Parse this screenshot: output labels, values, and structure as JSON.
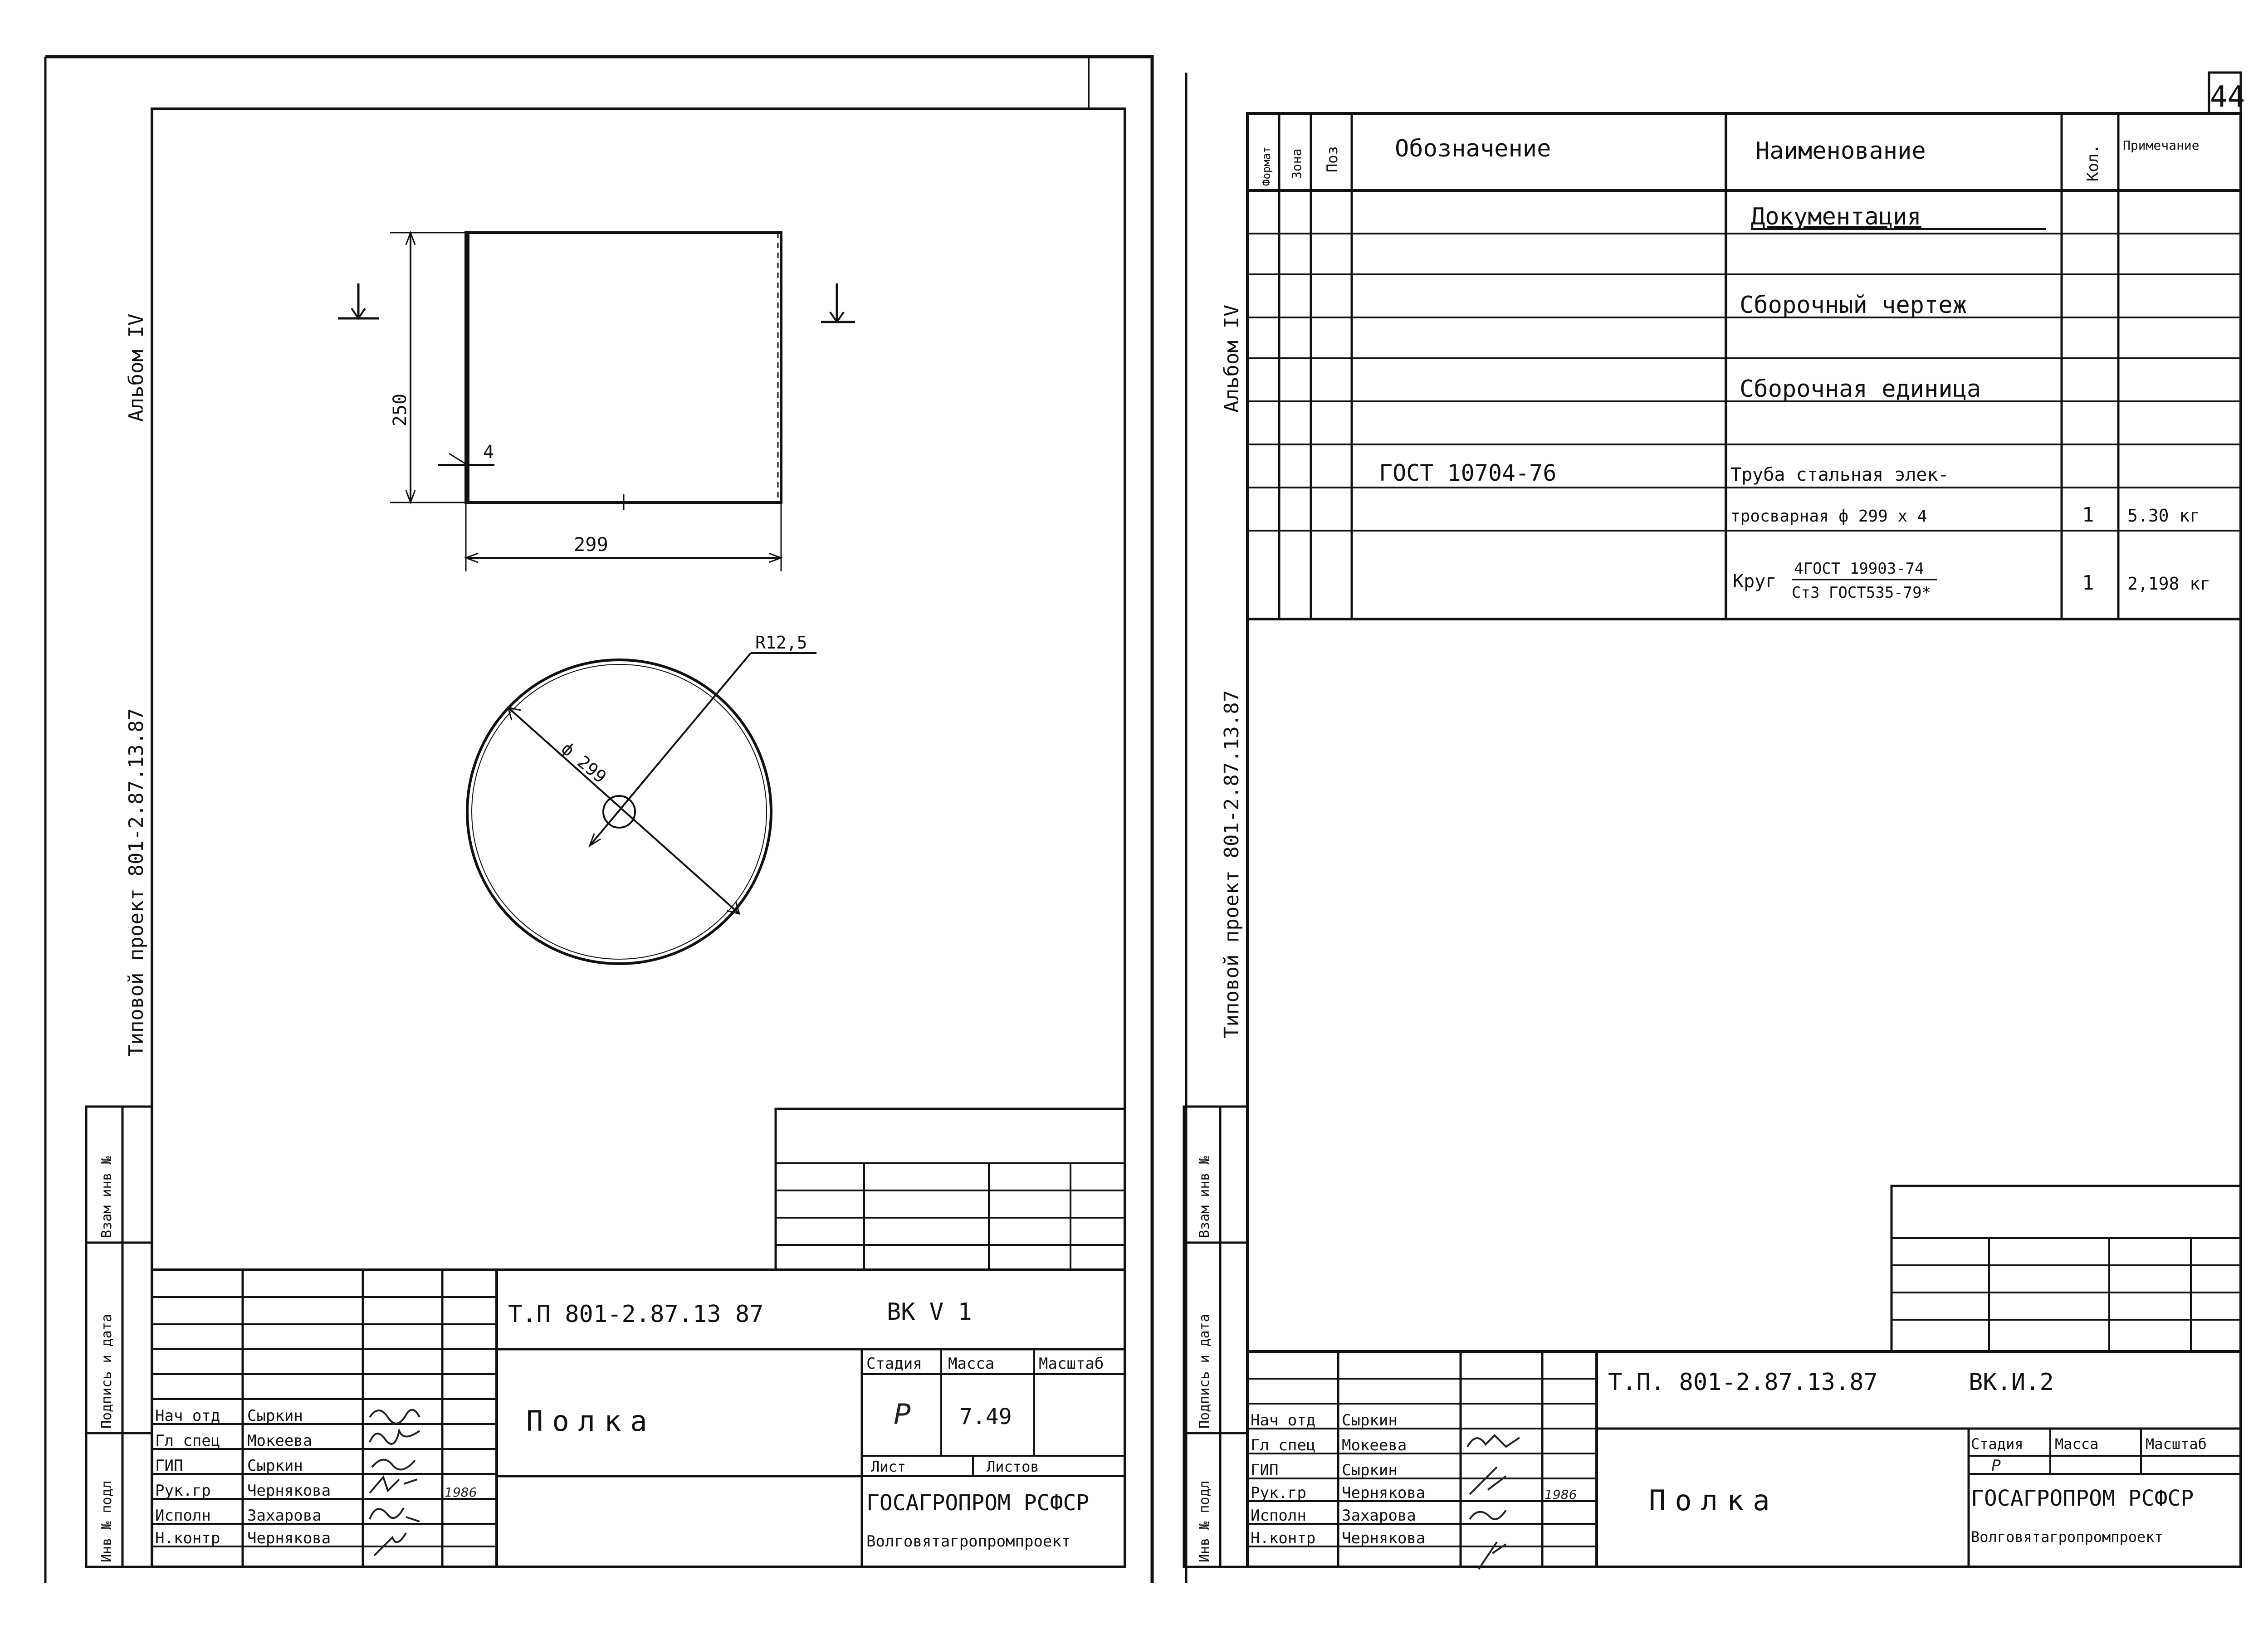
{
  "page_number": "44",
  "left_sheet": {
    "margin_text": {
      "album": "Альбом IV",
      "project": "Типовой проект   801-2.87.13.87"
    },
    "side_labels": [
      "Взам инв №",
      "Подпись и дата",
      "Инв № подл"
    ],
    "drawing": {
      "dim_height": "250",
      "dim_thickness": "4",
      "dim_width": "299",
      "dim_radius": "R12,5",
      "dim_diameter": "ф 299"
    },
    "title_block": {
      "doc_code": "Т.П 801-2.87.13 87",
      "sheet_code": "ВК V 1",
      "name": "Полка",
      "stage_label": "Стадия",
      "mass_label": "Масса",
      "scale_label": "Масштаб",
      "stage": "Р",
      "mass": "7.49",
      "sheet_label": "Лист",
      "sheets_label": "Листов",
      "org1": "ГОСАГРОПРОМ РСФСР",
      "org2": "Волговятагропромпроект",
      "date": "1986",
      "signatures": [
        {
          "role": "Нач отд",
          "name": "Сыркин"
        },
        {
          "role": "Гл спец",
          "name": "Мокеева"
        },
        {
          "role": "ГИП",
          "name": "Сыркин"
        },
        {
          "role": "Рук.гр",
          "name": "Чернякова"
        },
        {
          "role": "Исполн",
          "name": "Захарова"
        },
        {
          "role": "Н.контр",
          "name": "Чернякова"
        }
      ]
    }
  },
  "right_sheet": {
    "margin_text": {
      "album": "Альбом IV",
      "project": "Типовой проект   801-2.87.13.87"
    },
    "side_labels": [
      "Взам инв №",
      "Подпись и дата",
      "Инв № подл"
    ],
    "spec_table": {
      "headers": [
        "Формат",
        "Зона",
        "Поз",
        "Обозначение",
        "Наименование",
        "Кол.",
        "Примечание"
      ],
      "rows": [
        {
          "designation": "",
          "name": "Документация",
          "qty": "",
          "note": ""
        },
        {
          "designation": "",
          "name": "",
          "qty": "",
          "note": ""
        },
        {
          "designation": "",
          "name": "Сборочный чертеж",
          "qty": "",
          "note": ""
        },
        {
          "designation": "",
          "name": "",
          "qty": "",
          "note": ""
        },
        {
          "designation": "",
          "name": "Сборочная единица",
          "qty": "",
          "note": ""
        },
        {
          "designation": "",
          "name": "",
          "qty": "",
          "note": ""
        },
        {
          "designation": "ГОСТ   10704-76",
          "name": "Труба стальная элек-",
          "qty": "",
          "note": ""
        },
        {
          "designation": "",
          "name": "тросварная ф 299 х 4",
          "qty": "1",
          "note": "5.30 кг"
        },
        {
          "designation": "",
          "name": "Круг",
          "qty": "1",
          "note": "2,198 кг"
        }
      ],
      "fraction_top": "4ГОСТ 19903-74",
      "fraction_bottom": "Ст3 ГОСТ535-79*"
    },
    "title_block": {
      "doc_code": "Т.П. 801-2.87.13.87",
      "sheet_code": "ВК.И.2",
      "name": "Полка",
      "stage_label": "Стадия",
      "mass_label": "Масса",
      "scale_label": "Масштаб",
      "stage": "Р",
      "org1": "ГОСАГРОПРОМ РСФСР",
      "org2": "Волговятагропромпроект",
      "date": "1986",
      "signatures": [
        {
          "role": "Нач отд",
          "name": "Сыркин"
        },
        {
          "role": "Гл спец",
          "name": "Мокеева"
        },
        {
          "role": "ГИП",
          "name": "Сыркин"
        },
        {
          "role": "Рук.гр",
          "name": "Чернякова"
        },
        {
          "role": "Исполн",
          "name": "Захарова"
        },
        {
          "role": "Н.контр",
          "name": "Чернякова"
        }
      ]
    }
  }
}
